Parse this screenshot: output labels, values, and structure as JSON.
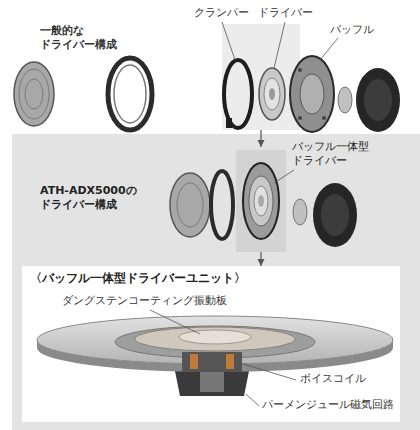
{
  "diagram": {
    "nodes": [
      {
        "text": [
          "ATH-ADX5000の ドライバー構成"
        ]
      },
      {
        "text": [
          "バッフル一体型 ドライバー"
        ],
        "in": 0
      },
      {
        "text": [
          "〈バッフル一体型ドライバーユニット〉"
        ],
        "in": 0
      }
    ],
    "edges": [
      {
        "from": 1,
        "to": 2,
        "arrow": "to"
      }
    ],
    "labels": [
      "クランパー",
      "ドライバー",
      "バッフル",
      "一般的な ドライバー構成",
      "ダングステンコーティング振動板",
      "ボイスコイル",
      "パーメンジュール磁気回路"
    ]
  }
}
